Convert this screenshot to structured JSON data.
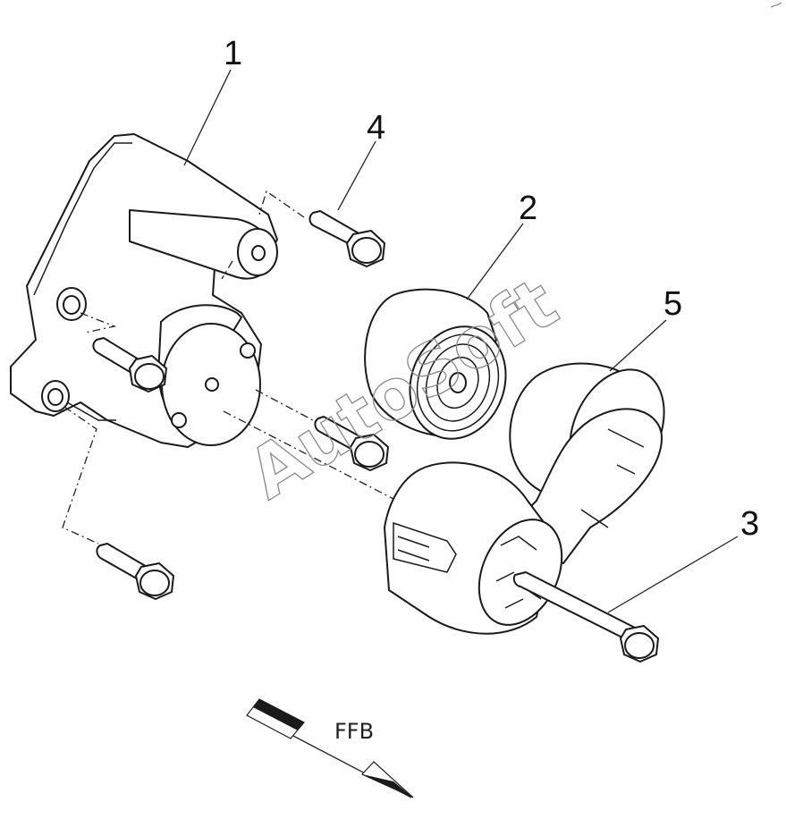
{
  "callouts": {
    "c1": "1",
    "c2": "2",
    "c3": "3",
    "c4": "4",
    "c5": "5"
  },
  "direction_label": "FFB",
  "watermark": "AutoSoft",
  "colors": {
    "line": "#1a1a1a",
    "watermark": "#8a8a8a",
    "background": "#ffffff"
  }
}
